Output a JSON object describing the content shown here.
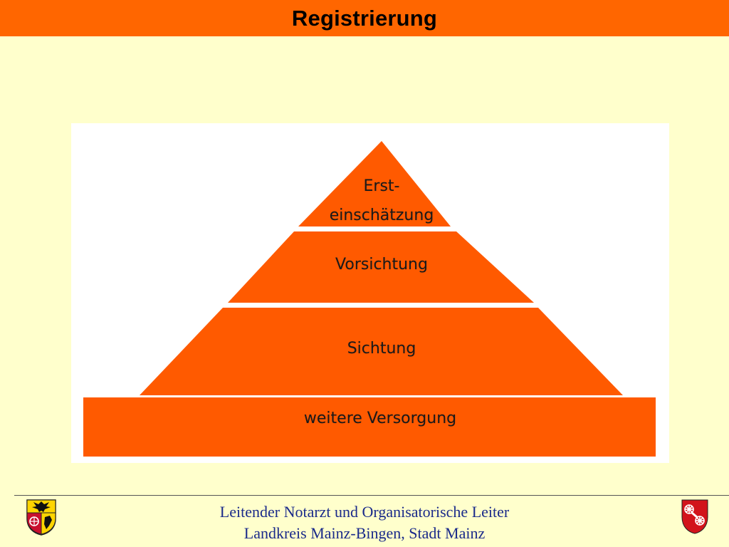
{
  "header": {
    "title": "Registrierung"
  },
  "pyramid": {
    "tiers": [
      {
        "label_line1": "Erst-",
        "label_line2": "einschätzung"
      },
      {
        "label": "Vorsichtung"
      },
      {
        "label": "Sichtung"
      },
      {
        "label": "weitere Versorgung"
      }
    ]
  },
  "footer": {
    "line1": "Leitender Notarzt und Organisatorische Leiter",
    "line2": "Landkreis Mainz-Bingen, Stadt Mainz"
  },
  "colors": {
    "title_bar": "#FF6600",
    "background": "#FFFFCC",
    "tier_fill": "#FF5A00",
    "footer_text": "#1a2a8a"
  }
}
